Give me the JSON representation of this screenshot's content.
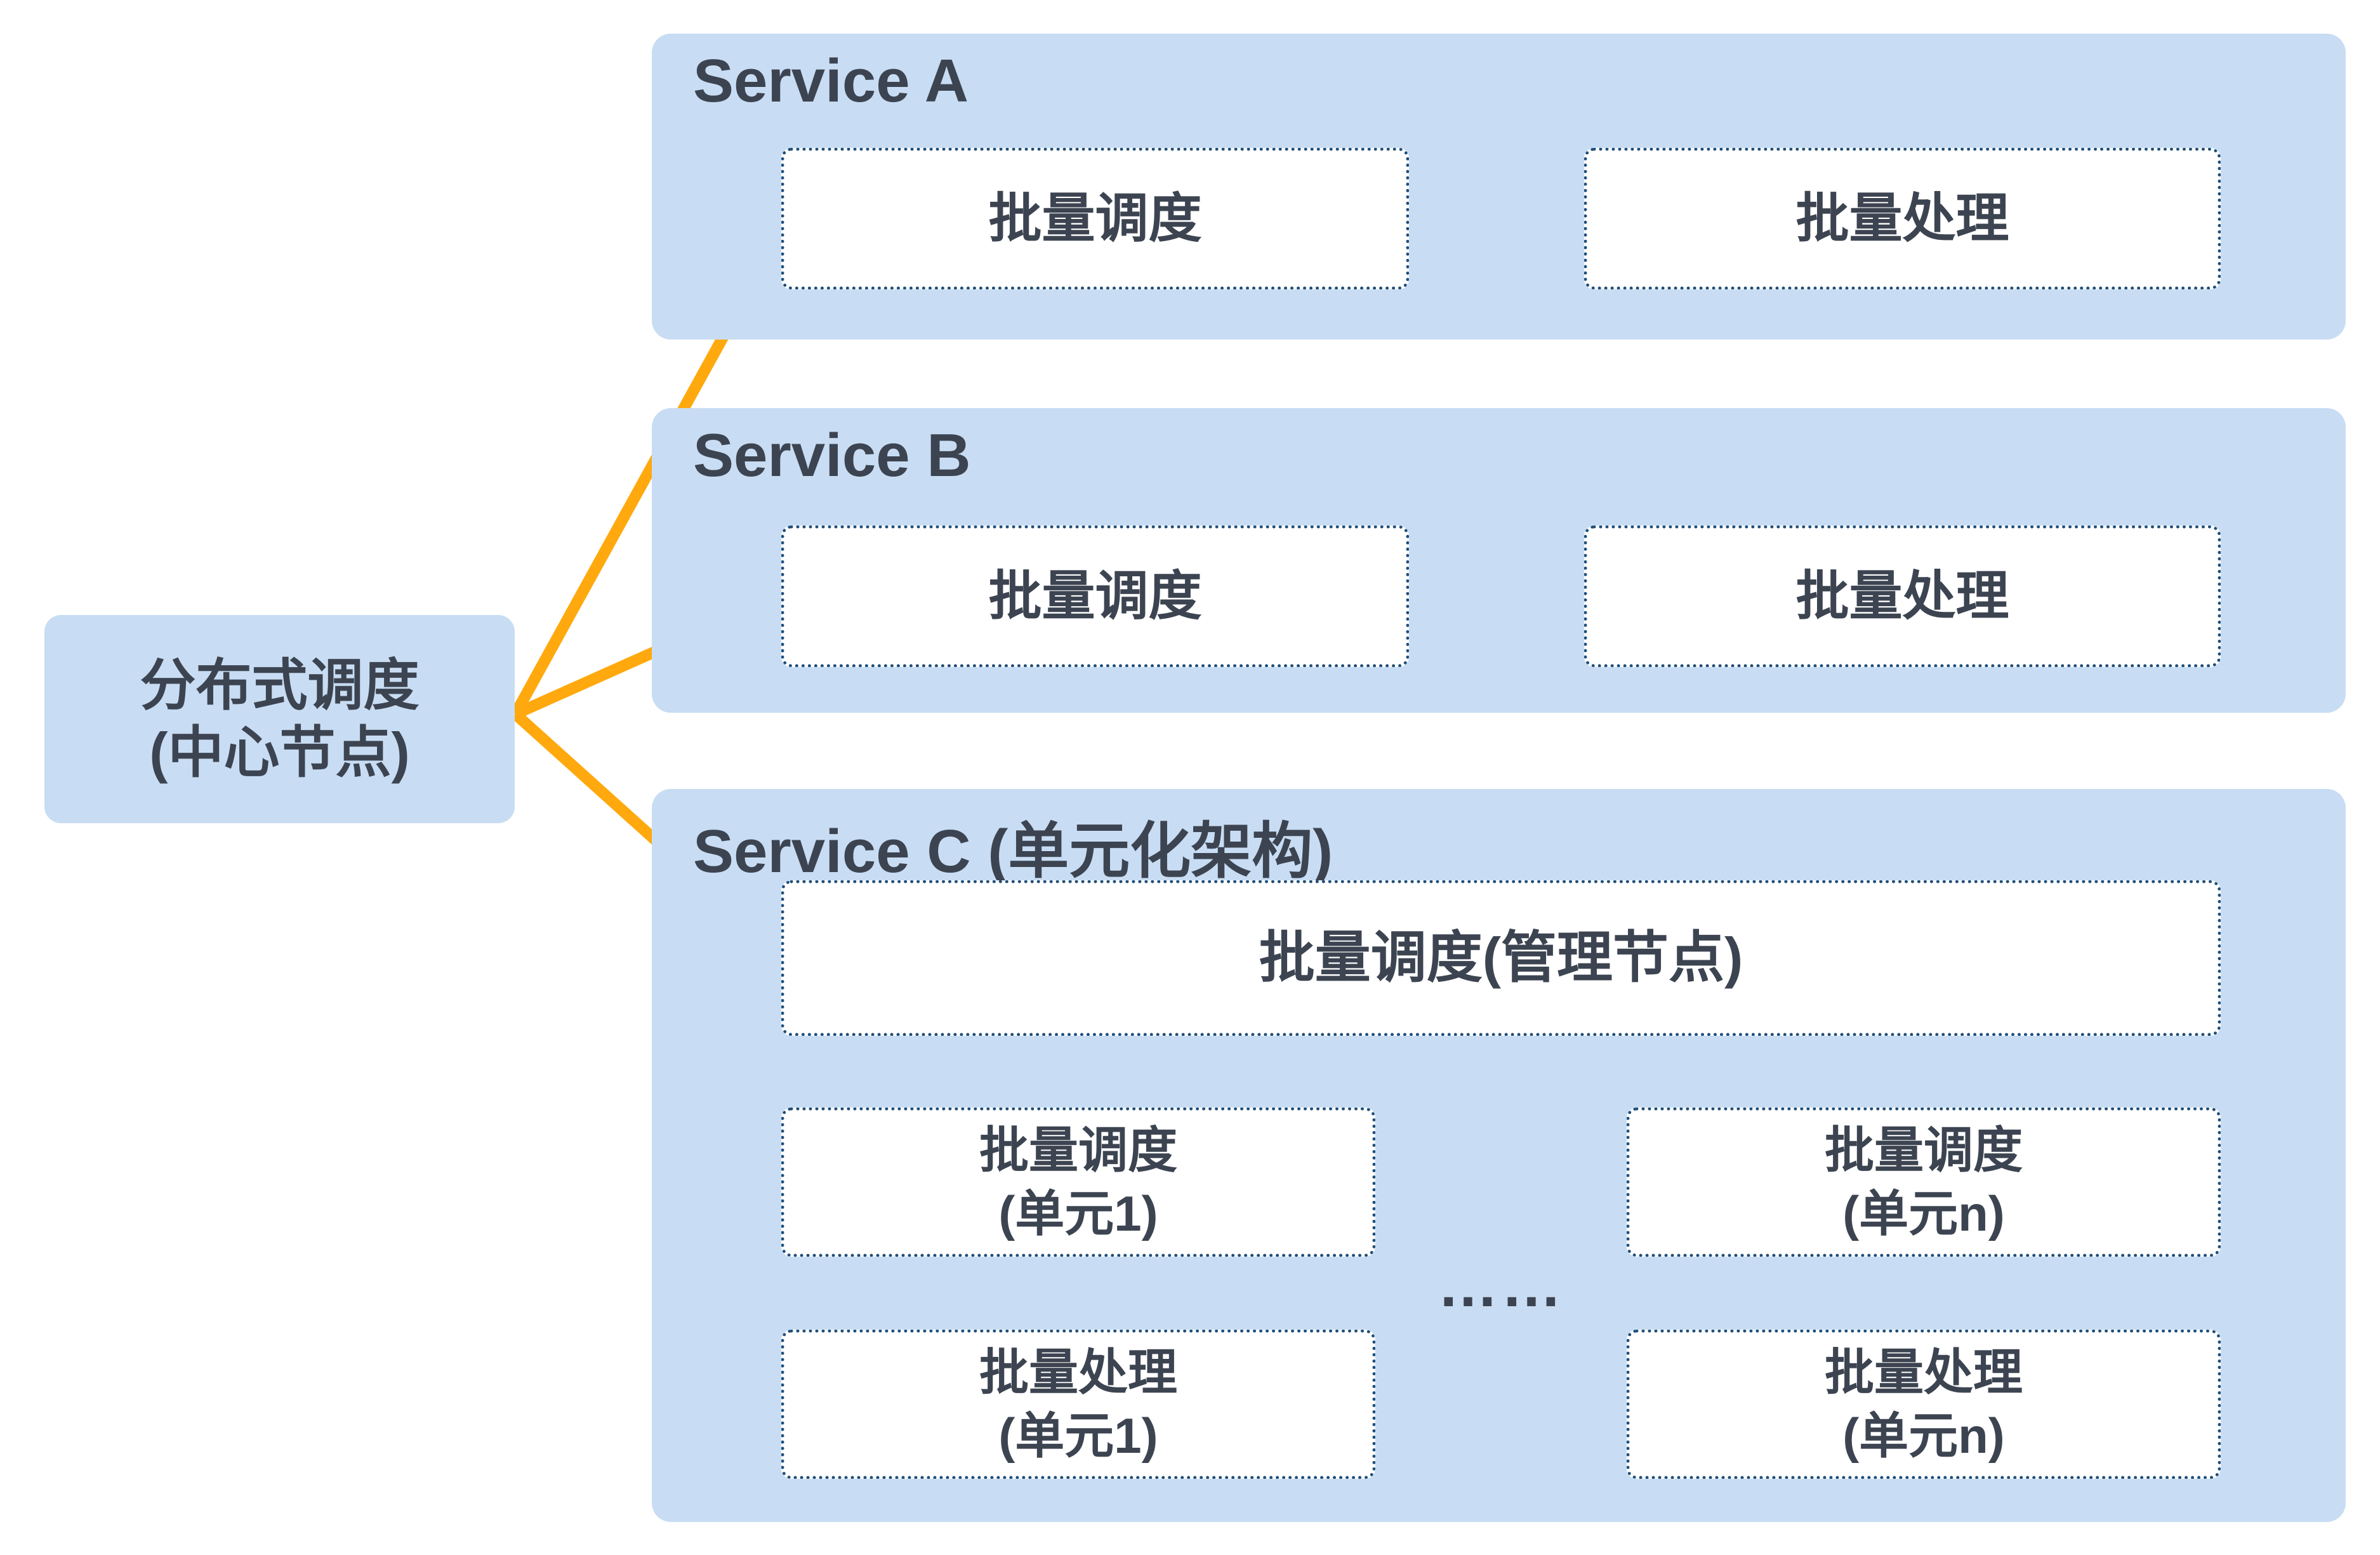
{
  "colors": {
    "page_bg": "#FFFFFF",
    "panel_bg": "#C8DDF3",
    "node_bg": "#FFFFFF",
    "node_border": "#1F4E79",
    "text": "#3D4451",
    "arrow": "#FFA90E"
  },
  "central_node": {
    "line1": "分布式调度",
    "line2": "(中心节点)"
  },
  "services": [
    {
      "title": "Service A",
      "scheduler": "批量调度",
      "processor": "批量处理"
    },
    {
      "title": "Service B",
      "scheduler": "批量调度",
      "processor": "批量处理"
    },
    {
      "title": "Service C (单元化架构)",
      "manager": "批量调度(管理节点)",
      "ellipsis": "……",
      "units": [
        {
          "scheduler_line1": "批量调度",
          "scheduler_line2": "(单元1)",
          "processor_line1": "批量处理",
          "processor_line2": "(单元1)"
        },
        {
          "scheduler_line1": "批量调度",
          "scheduler_line2": "(单元n)",
          "processor_line1": "批量处理",
          "processor_line2": "(单元n)"
        }
      ]
    }
  ]
}
